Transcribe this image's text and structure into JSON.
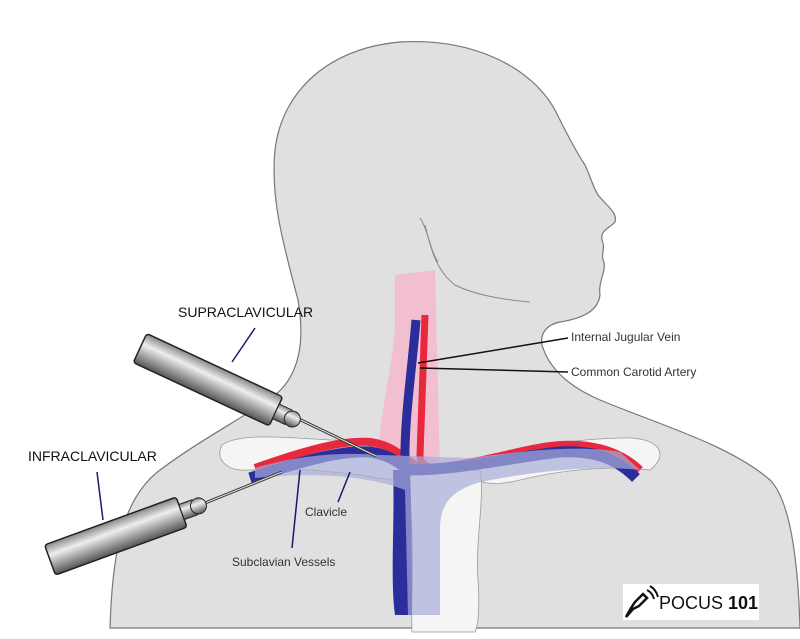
{
  "labels": {
    "supraclavicular": "SUPRACLAVICULAR",
    "infraclavicular": "INFRACLAVICULAR",
    "internal_jugular_vein": "Internal Jugular Vein",
    "common_carotid_artery": "Common Carotid Artery",
    "clavicle": "Clavicle",
    "subclavian_vessels": "Subclavian Vessels"
  },
  "logo": {
    "text": "POCUS",
    "number": "101"
  },
  "colors": {
    "body": "#e0e0e0",
    "vein": "#2b2e9a",
    "artery": "#e8283c",
    "bone": "#f5f5f5",
    "muscle": "#f4b8cc"
  }
}
